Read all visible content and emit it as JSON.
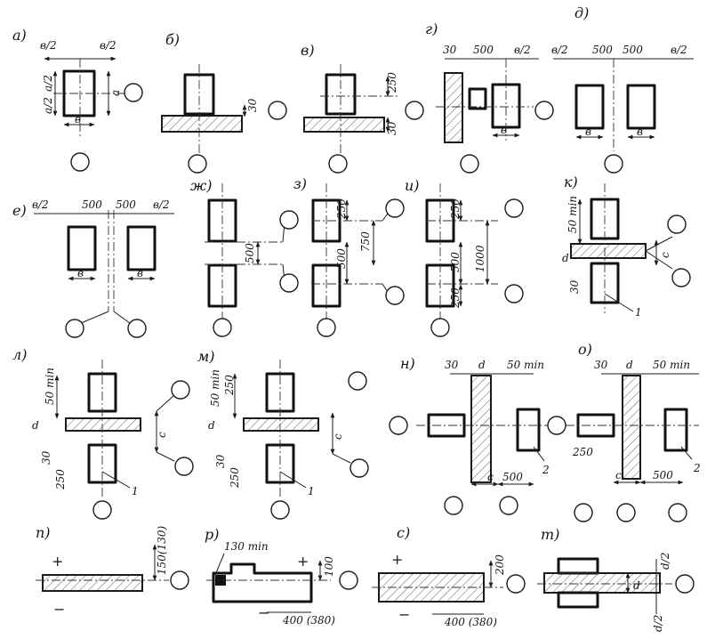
{
  "panels": {
    "a": {
      "tag": "а)",
      "dims": {
        "top_left": "в/2",
        "top_right": "в/2",
        "side_top": "а/2",
        "side_bottom": "а/2",
        "width": "в",
        "depth": "а"
      }
    },
    "b": {
      "tag": "б)",
      "dims": {
        "gap": "30"
      }
    },
    "v": {
      "tag": "в)",
      "dims": {
        "top": "250",
        "gap": "30"
      }
    },
    "g": {
      "tag": "г)",
      "dims": {
        "left": "30",
        "mid": "500",
        "right": "в/2",
        "width": "в"
      }
    },
    "d": {
      "tag": "д)",
      "dims": {
        "left": "в/2",
        "mid1": "500",
        "mid2": "500",
        "right": "в/2",
        "width1": "в",
        "width2": "в"
      }
    },
    "e": {
      "tag": "е)",
      "dims": {
        "left": "в/2",
        "mid1": "500",
        "mid2": "500",
        "right": "в/2",
        "width1": "в",
        "width2": "в"
      }
    },
    "zh": {
      "tag": "ж)",
      "dims": {
        "gap": "500"
      }
    },
    "z": {
      "tag": "з)",
      "dims": {
        "top": "250",
        "mid": "750",
        "bottom": "500"
      }
    },
    "i": {
      "tag": "и)",
      "dims": {
        "top": "250",
        "mid": "500",
        "total": "1000",
        "bottom": "250"
      }
    },
    "k": {
      "tag": "к)",
      "dims": {
        "top": "50 min",
        "depth": "d",
        "clear": "c",
        "bottom": "30"
      },
      "callout": "1"
    },
    "l": {
      "tag": "л)",
      "dims": {
        "top": "50 min",
        "depth": "d",
        "clear": "c",
        "bottom": "30",
        "low": "250"
      },
      "callout": "1"
    },
    "m": {
      "tag": "м)",
      "dims": {
        "top": "50 min",
        "top2": "250",
        "depth": "d",
        "clear": "c",
        "bottom": "30",
        "low": "250"
      },
      "callout": "1"
    },
    "n": {
      "tag": "н)",
      "dims": {
        "left": "30",
        "depth": "d",
        "right": "50 min",
        "clear": "c",
        "span": "500"
      },
      "callout": "2"
    },
    "o": {
      "tag": "о)",
      "dims": {
        "left": "30",
        "depth": "d",
        "right": "50 min",
        "low": "250",
        "clear": "c",
        "span": "500"
      },
      "callout": "2"
    },
    "p": {
      "tag": "п)",
      "dims": {
        "height": "150(130)"
      },
      "signs": {
        "plus": "+",
        "minus": "−"
      }
    },
    "r": {
      "tag": "р)",
      "dims": {
        "top": "130 min",
        "height": "100",
        "width": "400 (380)"
      },
      "signs": {
        "plus": "+",
        "minus": "−"
      }
    },
    "s": {
      "tag": "с)",
      "dims": {
        "height": "200",
        "width": "400 (380)"
      },
      "signs": {
        "plus": "+",
        "minus": "−"
      }
    },
    "t": {
      "tag": "т)",
      "dims": {
        "top": "d/2",
        "depth": "d",
        "bottom": "d/2"
      }
    }
  },
  "colors": {
    "ink": "#1b1b1b",
    "paper": "#ffffff"
  }
}
